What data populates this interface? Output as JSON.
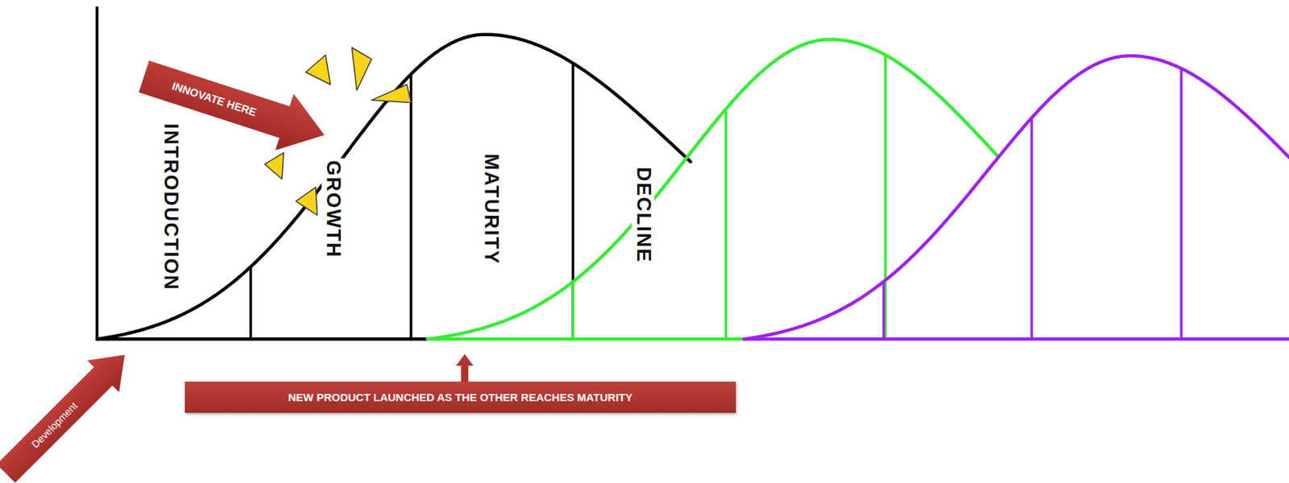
{
  "diagram": {
    "nodes": [
      {
        "text": [
          "INNOVATE HERE"
        ]
      },
      {
        "text": [
          "NEW PRODUCT LAUNCHED AS THE OTHER REACHES MATURITY"
        ]
      },
      {
        "text": [
          "Development"
        ]
      }
    ],
    "labels": [
      "INTRODUCTION",
      "GROWTH",
      "MATURITY",
      "DECLINE"
    ]
  }
}
